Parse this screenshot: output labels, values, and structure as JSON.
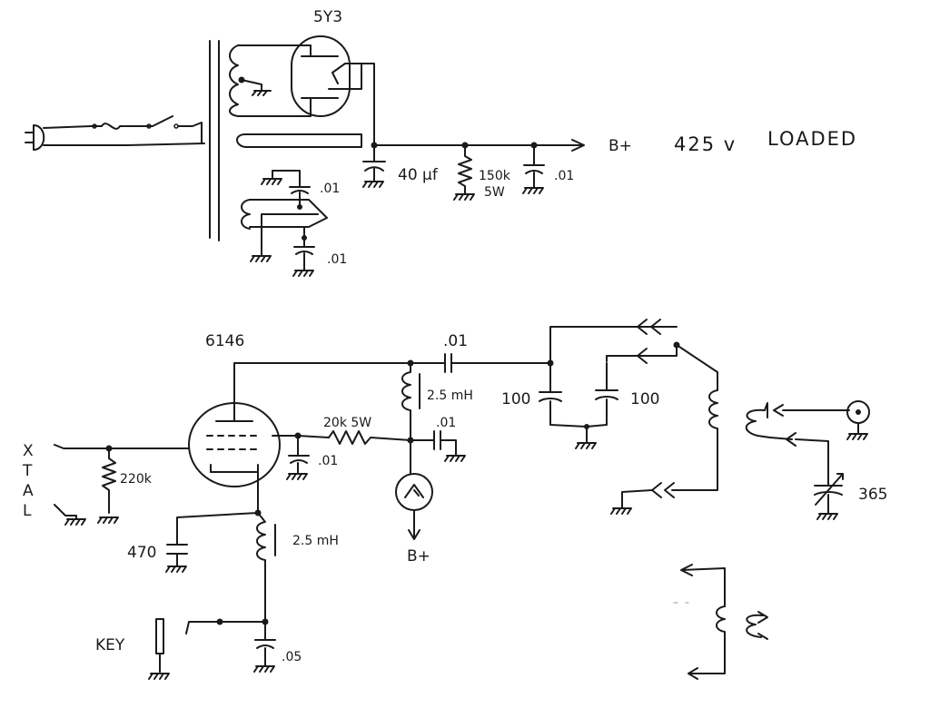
{
  "power_supply": {
    "rectifier_tube": "5Y3",
    "bplus_arrow": "B+",
    "voltage": "425 v",
    "loaded": "LOADED",
    "filter_cap": "40 µf",
    "bleeder_value": "150k",
    "bleeder_watts": "5W",
    "bypass_cap": ".01",
    "heater_cap_top": ".01",
    "heater_cap_bottom": ".01"
  },
  "transmitter": {
    "tube": "6146",
    "coupling_cap": ".01",
    "plate_choke": "2.5 mH",
    "screen_resistor": "20k 5W",
    "screen_bypass": ".01",
    "grid_bypass": ".01",
    "grid_leak": "220k",
    "cathode_cap": "470",
    "cathode_choke": "2.5 mH",
    "key_cap": ".05",
    "key_label": "KEY",
    "xtal": [
      "X",
      "T",
      "A",
      "L"
    ],
    "meter_supply": "B+",
    "tank_cap_left": "100",
    "tank_cap_right": "100",
    "antenna_cap": "365"
  }
}
